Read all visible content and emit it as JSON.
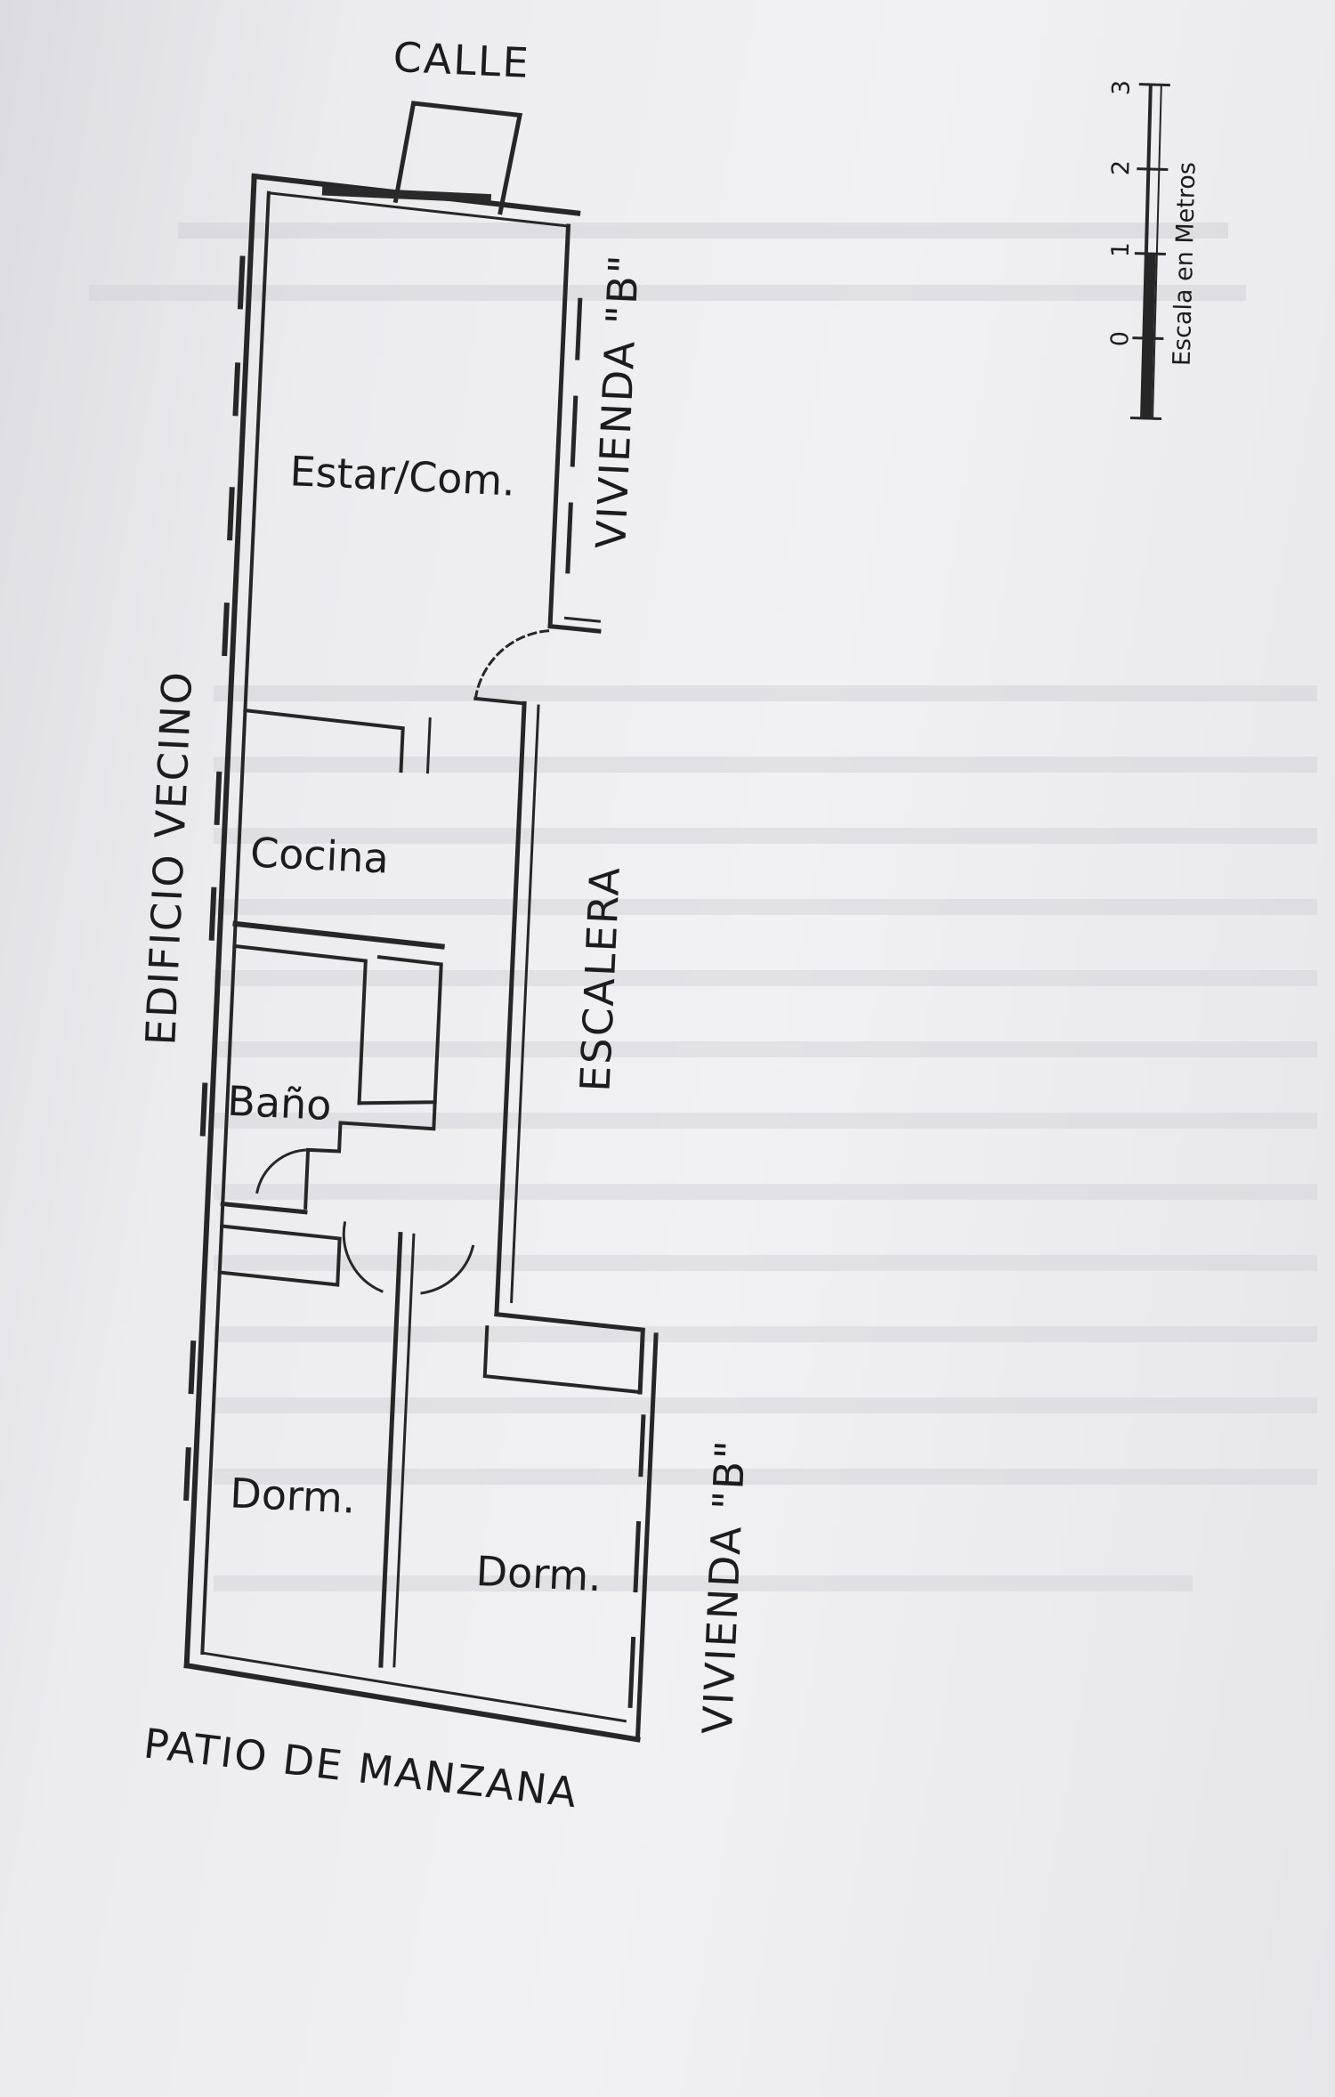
{
  "labels": {
    "street": "CALLE",
    "courtyard": "PATIO DE MANZANA",
    "neighbor": "EDIFICIO VECINO",
    "stairs": "ESCALERA",
    "dwelling_b_top": "VIVIENDA \"B\"",
    "dwelling_b_bottom": "VIVIENDA \"B\""
  },
  "rooms": {
    "living": "Estar/Com.",
    "kitchen": "Cocina",
    "bath": "Baño",
    "bed_left": "Dorm.",
    "bed_right": "Dorm."
  },
  "scale": {
    "title": "Escala en Metros",
    "ticks": [
      "0",
      "1",
      "2",
      "3"
    ]
  },
  "colors": {
    "ink": "#262626",
    "paper": "#ececef"
  }
}
